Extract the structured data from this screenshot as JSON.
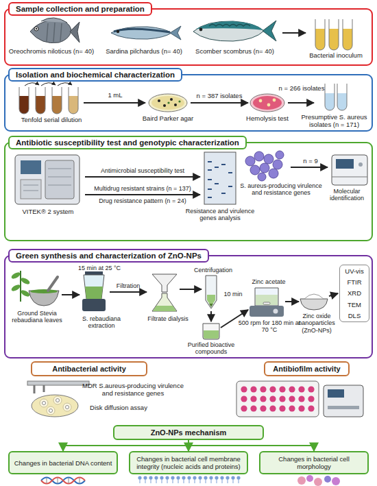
{
  "diagram": {
    "nodes": [
      {
        "text": [
          "Sample collection and preparation"
        ]
      },
      {
        "text": [
          "Isolation and biochemical characterization"
        ]
      },
      {
        "text": [
          "Antibiotic susceptibility test and genotypic characterization"
        ]
      },
      {
        "text": [
          "Green synthesis and characterization of ZnO-NPs"
        ]
      },
      {
        "text": [
          "UV-vis",
          "FTIR",
          "XRD",
          "TEM",
          "DLS"
        ],
        "in": 3
      },
      {
        "text": [
          "Antibacterial activity"
        ]
      },
      {
        "text": [
          "Antibiofilm activity"
        ]
      },
      {
        "text": [
          "ZnO-NPs mechanism"
        ]
      },
      {
        "text": [
          "Changes in bacterial DNA content"
        ]
      },
      {
        "text": [
          "Changes in bacterial cell membrane integrity (nucleic acids and proteins)"
        ]
      },
      {
        "text": [
          "Changes in bacterial cell morphology"
        ]
      }
    ],
    "edges": [
      {
        "from": 7,
        "to": 8,
        "arrow": "to"
      },
      {
        "from": 7,
        "to": 9,
        "arrow": "to"
      },
      {
        "from": 7,
        "to": 10,
        "arrow": "to"
      }
    ],
    "labels": [
      "Oreochromis niloticus (n= 40)",
      "Sardina pilchardus (n= 40)",
      "Scomber scombrus (n= 40)",
      "Bacterial inoculum",
      "Tenfold serial dilution",
      "1 mL",
      "Baird Parker agar",
      "n = 387 isolates",
      "Hemolysis test",
      "n = 266 isolates",
      "Presumptive S. aureus isolates (n = 171)",
      "VITEK® 2 system",
      "Antimicrobial susceptibility test",
      "Multidrug resistant strains (n = 137)",
      "Drug resistance pattern (n = 24)",
      "Resistance and virulence genes analysis",
      "S. aureus-producing virulence and resistance genes",
      "n = 9",
      "Molecular identification",
      "15 min at 25 °C",
      "Filtration",
      "Ground Stevia rebaudiana leaves",
      "S. rebaudiana extraction",
      "Filtrate dialysis",
      "Centrifugation",
      "10 min",
      "Purified bioactive compounds",
      "Zinc acetate",
      "500 rpm for 180 min at 70 °C",
      "Zinc oxide nanoparticles (ZnO-NPs)",
      "MDR S.aureus-producing virulence and resistance genes",
      "Disk diffusion assay"
    ]
  }
}
